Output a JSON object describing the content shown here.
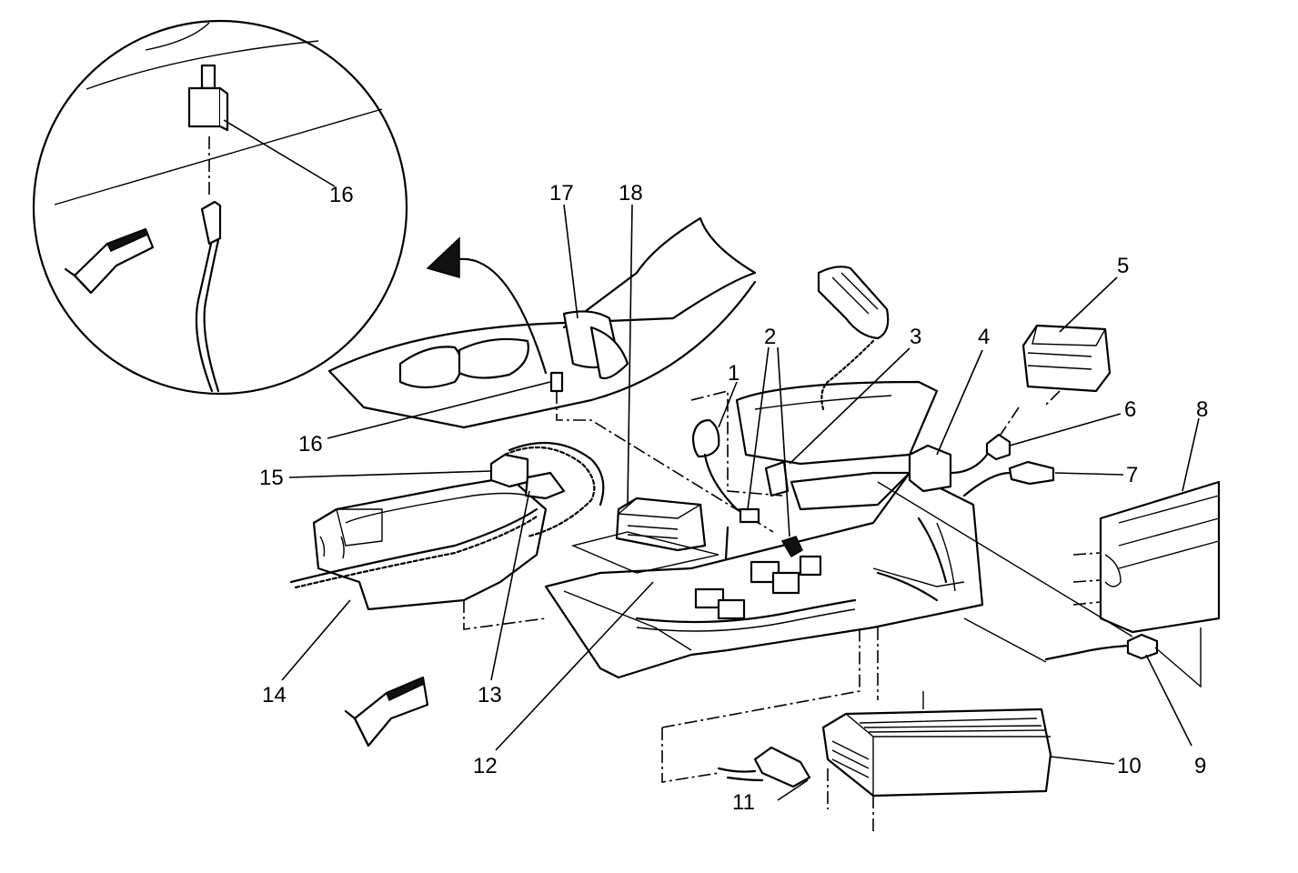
{
  "callouts": {
    "c1": "1",
    "c2": "2",
    "c3": "3",
    "c4": "4",
    "c5": "5",
    "c6": "6",
    "c7": "7",
    "c8": "8",
    "c9": "9",
    "c10": "10",
    "c11": "11",
    "c12": "12",
    "c13": "13",
    "c14": "14",
    "c15": "15",
    "c16_detail": "16",
    "c16_main": "16",
    "c17": "17",
    "c18": "18"
  },
  "icons": {
    "forward_arrow": "forward-direction-arrow",
    "detail_arrow": "detail-view-arrow"
  },
  "colors": {
    "line": "#000000",
    "background": "#ffffff",
    "fill_dark": "#111111"
  }
}
